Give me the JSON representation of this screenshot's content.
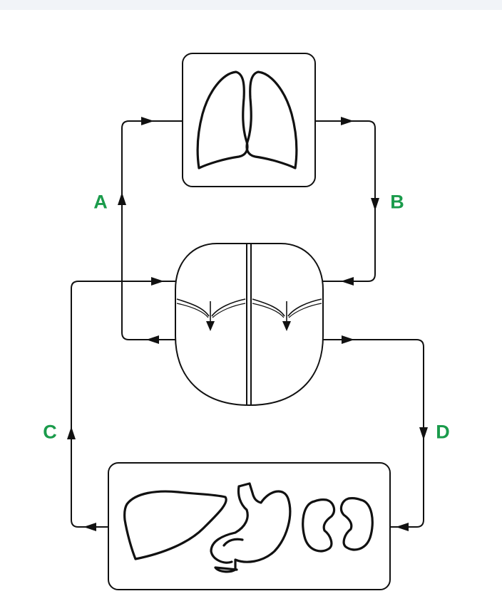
{
  "diagram": {
    "labels": {
      "a": "A",
      "b": "B",
      "c": "C",
      "d": "D"
    },
    "label_color": "#1a9b4b",
    "icons": {
      "lungs": "lungs-icon",
      "heart": "heart-icon",
      "liver": "liver-icon",
      "stomach": "stomach-icon",
      "kidneys": "kidneys-icon"
    }
  }
}
